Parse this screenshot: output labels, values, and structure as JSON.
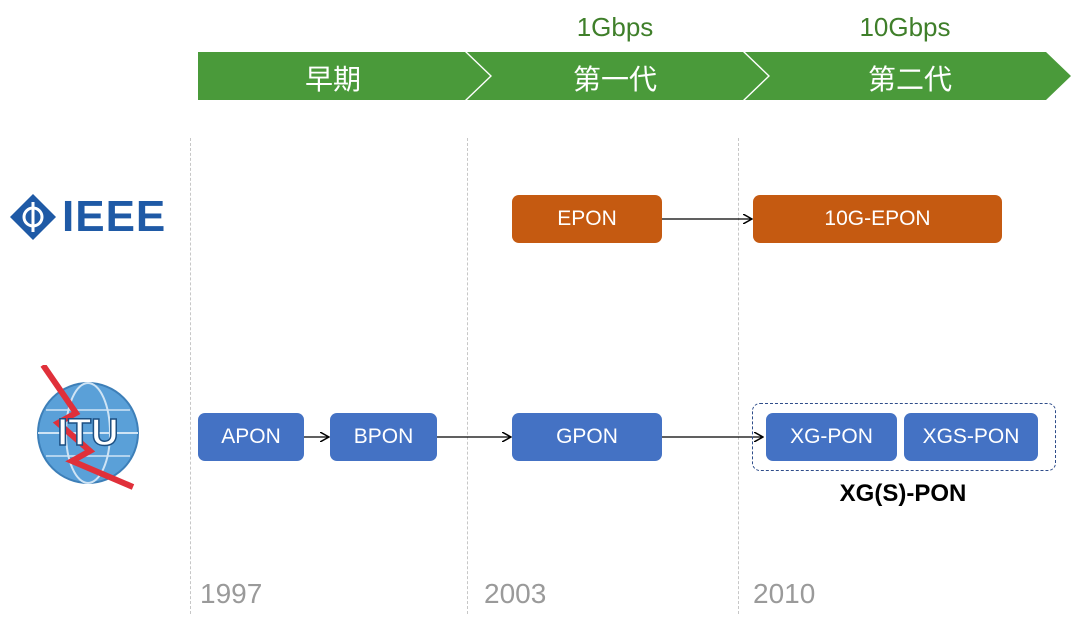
{
  "phases": [
    {
      "label": "早期",
      "speed": ""
    },
    {
      "label": "第一代",
      "speed": "1Gbps"
    },
    {
      "label": "第二代",
      "speed": "10Gbps"
    }
  ],
  "years": [
    "1997",
    "2003",
    "2010"
  ],
  "orgs": {
    "ieee": {
      "name": "IEEE",
      "standards": [
        "EPON",
        "10G-EPON"
      ]
    },
    "itu": {
      "name": "ITU",
      "standards": [
        "APON",
        "BPON",
        "GPON",
        "XG-PON",
        "XGS-PON"
      ]
    }
  },
  "group_label": "XG(S)-PON",
  "colors": {
    "arrow_green": "#4a9a3a",
    "ieee_orange": "#c55a11",
    "itu_blue": "#4472c4",
    "ieee_logo_blue": "#1f5aa6"
  }
}
